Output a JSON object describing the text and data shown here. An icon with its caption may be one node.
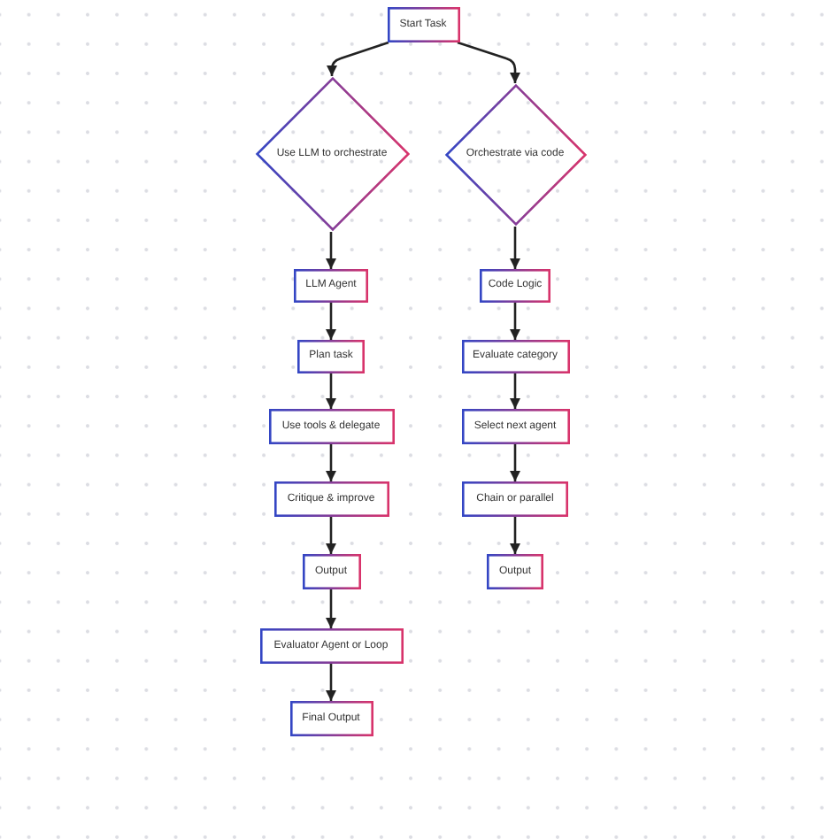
{
  "diagram": {
    "nodes": [
      {
        "text": [
          "Start Task"
        ]
      },
      {
        "text": [
          "Use LLM to orchestrate"
        ]
      },
      {
        "text": [
          "Orchestrate via code"
        ]
      },
      {
        "text": [
          "LLM Agent"
        ]
      },
      {
        "text": [
          "Code Logic"
        ]
      },
      {
        "text": [
          "Plan task"
        ]
      },
      {
        "text": [
          "Evaluate category"
        ]
      },
      {
        "text": [
          "Use tools & delegate"
        ]
      },
      {
        "text": [
          "Select next agent"
        ]
      },
      {
        "text": [
          "Critique & improve"
        ]
      },
      {
        "text": [
          "Chain or parallel"
        ]
      },
      {
        "text": [
          "Output"
        ]
      },
      {
        "text": [
          "Output"
        ]
      },
      {
        "text": [
          "Evaluator Agent or Loop"
        ]
      },
      {
        "text": [
          "Final Output"
        ]
      }
    ],
    "edges": [
      {
        "from": 0,
        "to": 1,
        "arrow": "to"
      },
      {
        "from": 0,
        "to": 2,
        "arrow": "to"
      },
      {
        "from": 1,
        "to": 3,
        "arrow": "to"
      },
      {
        "from": 3,
        "to": 5,
        "arrow": "to"
      },
      {
        "from": 5,
        "to": 7,
        "arrow": "to"
      },
      {
        "from": 7,
        "to": 9,
        "arrow": "to"
      },
      {
        "from": 9,
        "to": 11,
        "arrow": "to"
      },
      {
        "from": 11,
        "to": 13,
        "arrow": "to"
      },
      {
        "from": 13,
        "to": 14,
        "arrow": "to"
      },
      {
        "from": 2,
        "to": 4,
        "arrow": "to"
      },
      {
        "from": 4,
        "to": 6,
        "arrow": "to"
      },
      {
        "from": 6,
        "to": 8,
        "arrow": "to"
      },
      {
        "from": 8,
        "to": 10,
        "arrow": "to"
      },
      {
        "from": 10,
        "to": 12,
        "arrow": "to"
      }
    ]
  }
}
